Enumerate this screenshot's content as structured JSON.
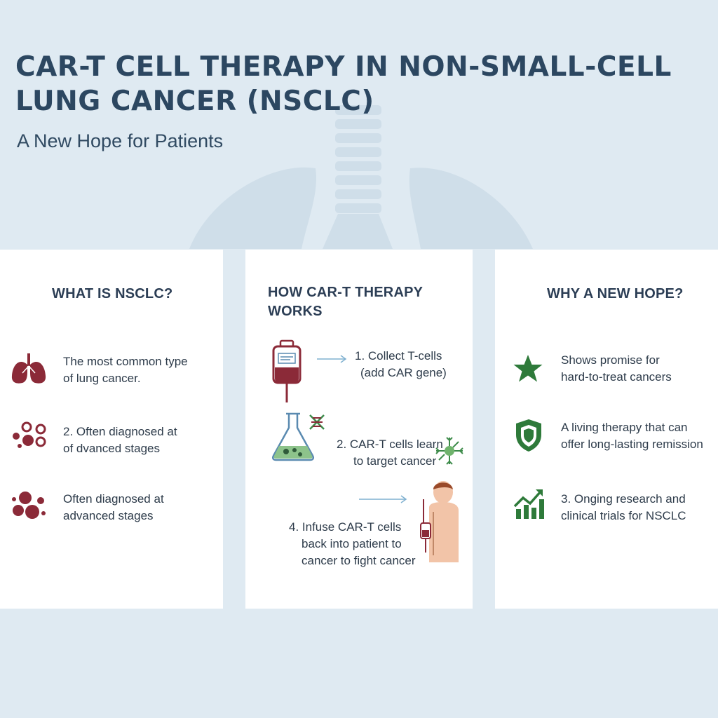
{
  "header": {
    "title_line1": "CAR-T CELL THERAPY IN NON-SMALL-CELL",
    "title_line2": "LUNG CANCER (NSCLC)",
    "subtitle": "A New Hope for Patients"
  },
  "colors": {
    "background": "#dfeaf2",
    "lung_watermark": "#cbdbe7",
    "maroon": "#8b2a38",
    "green": "#2e7a3a",
    "heading": "#2c3e55"
  },
  "cards": [
    {
      "heading": "WHAT IS NSCLC?",
      "items": [
        {
          "icon": "lungs-icon",
          "line1": "The most common type",
          "line2": "of lung cancer."
        },
        {
          "icon": "cells-cluster-icon",
          "line1": "2. Often diagnosed at",
          "line2": "of dvanced stages"
        },
        {
          "icon": "tumor-cells-icon",
          "line1": "Often diagnosed at",
          "line2": "advanced stages"
        }
      ]
    },
    {
      "heading_line1": "HOW CAR-T THERAPY",
      "heading_line2": "WORKS",
      "steps": [
        {
          "icon": "blood-bag-icon",
          "line1": "1. Collect T-cells",
          "line2": "(add CAR gene)"
        },
        {
          "icon": "flask-dna-icon",
          "line1": "2. CAR-T cells learn",
          "line2": "to target cancer"
        },
        {
          "icon": "patient-infusion-icon",
          "line1": "4. Infuse CAR-T cells",
          "line2": "back into patient to",
          "line3": "cancer to fight cancer"
        }
      ]
    },
    {
      "heading": "WHY A NEW HOPE?",
      "items": [
        {
          "icon": "star-icon",
          "line1": "Shows promise for",
          "line2": "hard-to-treat cancers"
        },
        {
          "icon": "shield-icon",
          "line1": "A living therapy that can",
          "line2": "offer long-lasting remission"
        },
        {
          "icon": "growth-chart-icon",
          "line1": "3. Onging research and",
          "line2": "clinical trials for NSCLC"
        }
      ]
    }
  ]
}
